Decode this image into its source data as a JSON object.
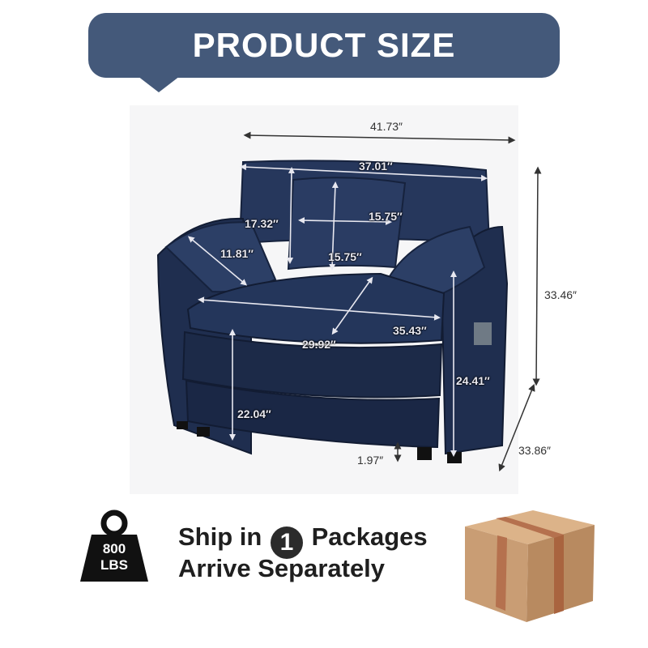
{
  "banner": {
    "title": "PRODUCT SIZE",
    "color": "#44597a"
  },
  "dimensions": {
    "overall_width": "41.73″",
    "back_width": "37.01″",
    "back_height": "17.32″",
    "pillow_width": "15.75″",
    "pillow_height": "15.75″",
    "arm_width": "11.81″",
    "seat_width": "35.43″",
    "seat_depth": "29.92″",
    "seat_height": "22.04″",
    "arm_height": "24.41″",
    "total_height": "33.46″",
    "total_depth": "33.86″",
    "leg_height": "1.97″"
  },
  "weight": {
    "value": "800",
    "unit": "LBS"
  },
  "shipping": {
    "prefix": "Ship in",
    "count": "1",
    "suffix": "Packages",
    "line2": "Arrive Separately"
  },
  "colors": {
    "sofa": "#1f2e4f",
    "box": "#c99d74",
    "tape": "#b5714e"
  }
}
